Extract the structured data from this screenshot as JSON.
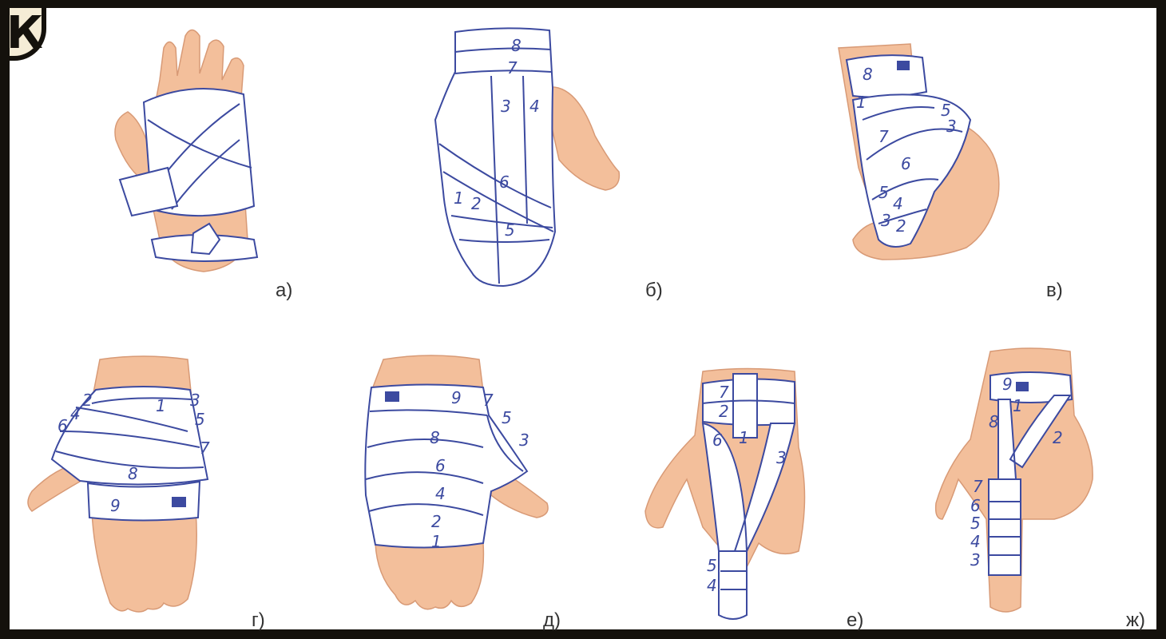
{
  "decoration": {
    "corner_glyph": "К"
  },
  "colors": {
    "bandage_line": "#3c4aa0",
    "skin": "#f3bf9b",
    "bandage": "#ffffff",
    "frame": "#14110c",
    "page": "#f5ecd6"
  },
  "panels": {
    "a": {
      "caption": "а)",
      "numbers": []
    },
    "b": {
      "caption": "б)",
      "numbers": [
        "8",
        "7",
        "3",
        "4",
        "6",
        "1",
        "2",
        "5"
      ]
    },
    "v": {
      "caption": "в)",
      "numbers": [
        "8",
        "1",
        "7",
        "5",
        "3",
        "6",
        "5",
        "4",
        "3",
        "2"
      ]
    },
    "g": {
      "caption": "г)",
      "numbers": [
        "2",
        "4",
        "6",
        "1",
        "3",
        "5",
        "7",
        "8",
        "9"
      ]
    },
    "d": {
      "caption": "д)",
      "numbers": [
        "9",
        "7",
        "5",
        "3",
        "8",
        "6",
        "4",
        "2",
        "1"
      ]
    },
    "e": {
      "caption": "е)",
      "numbers": [
        "7",
        "2",
        "6",
        "1",
        "3",
        "5",
        "4"
      ]
    },
    "zh": {
      "caption": "ж)",
      "numbers": [
        "9",
        "1",
        "8",
        "2",
        "7",
        "6",
        "5",
        "4",
        "3"
      ]
    }
  }
}
